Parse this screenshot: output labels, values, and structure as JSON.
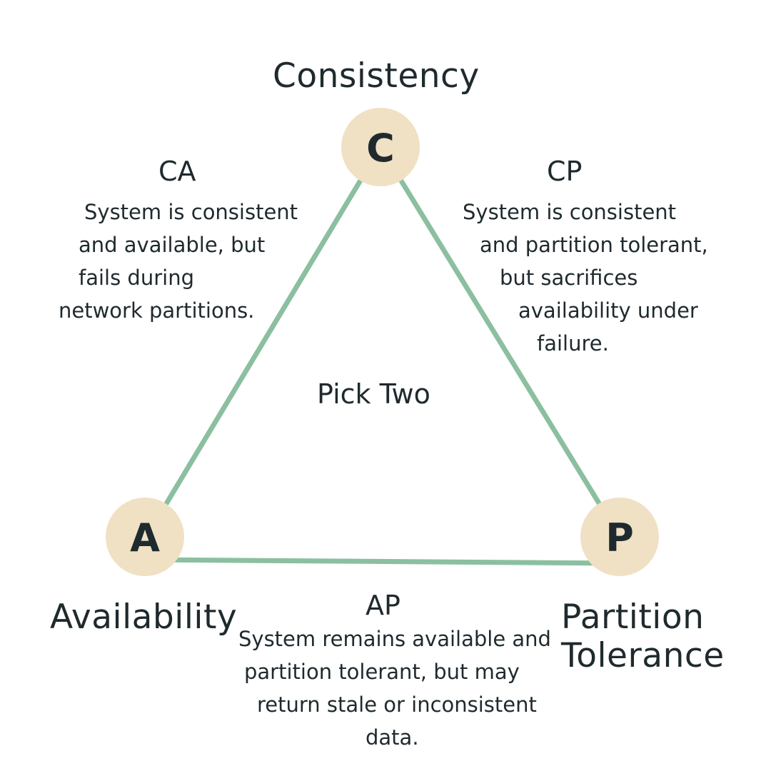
{
  "colors": {
    "edge": "#8bbfa0",
    "node_fill": "#f0e1c4",
    "text": "#1f2a2e",
    "background": "#ffffff"
  },
  "vertices": [
    {
      "id": "C",
      "letter": "C",
      "title": "Consistency"
    },
    {
      "id": "A",
      "letter": "A",
      "title": "Availability"
    },
    {
      "id": "P",
      "letter": "P",
      "title_lines": [
        "Partition",
        "Tolerance"
      ]
    }
  ],
  "center_label": "Pick Two",
  "tradeoffs": {
    "CA": {
      "heading": "CA",
      "lines": [
        "System is consistent",
        "and available, but",
        "fails during",
        "network partitions."
      ]
    },
    "CP": {
      "heading": "CP",
      "lines": [
        "System is consistent",
        "and partition tolerant,",
        "but sacrifices",
        "availability under",
        "failure."
      ]
    },
    "AP": {
      "heading": "AP",
      "lines": [
        "System remains available and",
        "partition tolerant, but may",
        "return stale or inconsistent",
        "data."
      ]
    }
  }
}
